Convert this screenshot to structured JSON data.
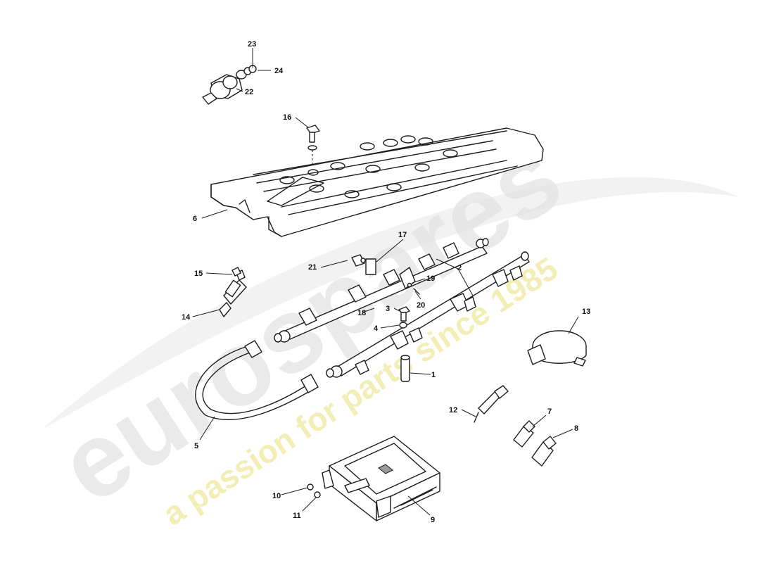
{
  "watermark": {
    "brand": "eurospares",
    "tagline": "a passion for parts since 1985",
    "brand_color": "#e6e6e6",
    "tagline_color": "#f2efb0"
  },
  "callouts": [
    "1",
    "2",
    "3",
    "4",
    "5",
    "6",
    "7",
    "8",
    "9",
    "10",
    "11",
    "12",
    "13",
    "14",
    "15",
    "16",
    "17",
    "18",
    "19",
    "20",
    "21",
    "22",
    "23",
    "24"
  ],
  "parts": {
    "engine_cover": "engine-cover",
    "fuel_rail_upper": "fuel-rail",
    "fuel_rail_lower": "fuel-rail",
    "fuel_pipe": "fuel-pipe",
    "ecu": "engine-control-module",
    "sensor_22": "sensor",
    "sensor_13": "sensor",
    "injector_14": "fuel-injector"
  }
}
